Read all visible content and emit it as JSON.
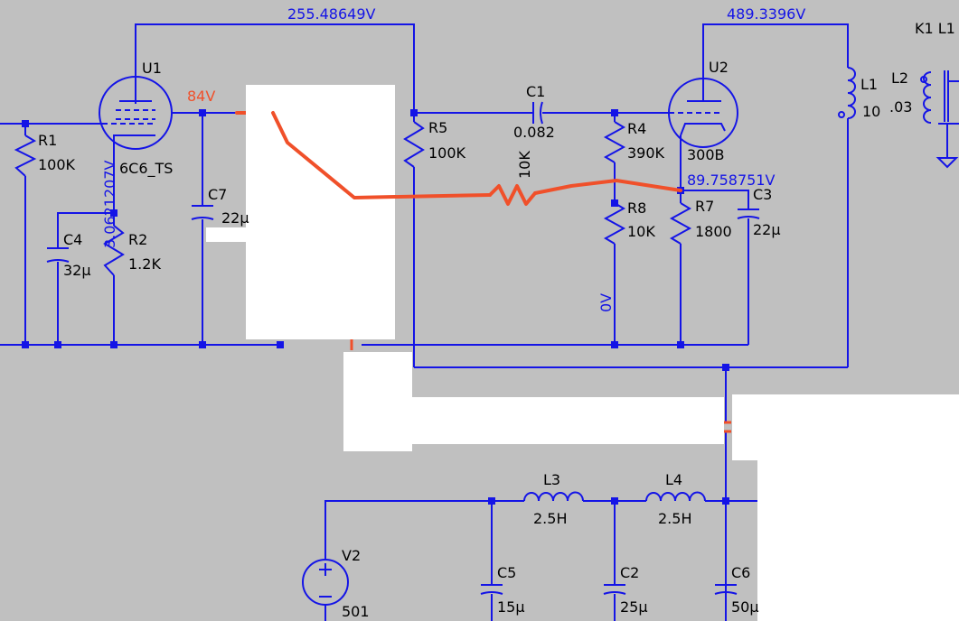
{
  "colors": {
    "background": "#c0c0c0",
    "wire": "#1414e6",
    "probe": "#f0502a",
    "label": "#000000",
    "voltage": "#1414e6"
  },
  "voltages": {
    "u1_plate": "255.48649V",
    "u2_plate": "489.3396V",
    "u1_grid": "84V",
    "u1_cathode": "3.0621207V",
    "u2_cathode": "89.758751V",
    "r8_bottom": "0V"
  },
  "components": {
    "u1": {
      "ref": "U1",
      "value": "6C6_TS"
    },
    "u2": {
      "ref": "U2",
      "value": "300B"
    },
    "r1": {
      "ref": "R1",
      "value": "100K"
    },
    "r2": {
      "ref": "R2",
      "value": "1.2K"
    },
    "r4": {
      "ref": "R4",
      "value": "390K"
    },
    "r5": {
      "ref": "R5",
      "value": "100K"
    },
    "r7": {
      "ref": "R7",
      "value": "1800"
    },
    "r8": {
      "ref": "R8",
      "value": "10K"
    },
    "probe_res": {
      "value": "10K"
    },
    "c1": {
      "ref": "C1",
      "value": "0.082"
    },
    "c2": {
      "ref": "C2",
      "value": "25μ"
    },
    "c3": {
      "ref": "C3",
      "value": "22μ"
    },
    "c4": {
      "ref": "C4",
      "value": "32μ"
    },
    "c5": {
      "ref": "C5",
      "value": "15μ"
    },
    "c6": {
      "ref": "C6",
      "value": "50μ"
    },
    "c7": {
      "ref": "C7",
      "value": "22μ"
    },
    "l1": {
      "ref": "L1",
      "value": "10"
    },
    "l2": {
      "ref": "L2",
      "value": ".03"
    },
    "l3": {
      "ref": "L3",
      "value": "2.5H"
    },
    "l4": {
      "ref": "L4",
      "value": "2.5H"
    },
    "v2": {
      "ref": "V2",
      "value": "501"
    },
    "k1": {
      "ref": "K1 L1"
    }
  }
}
